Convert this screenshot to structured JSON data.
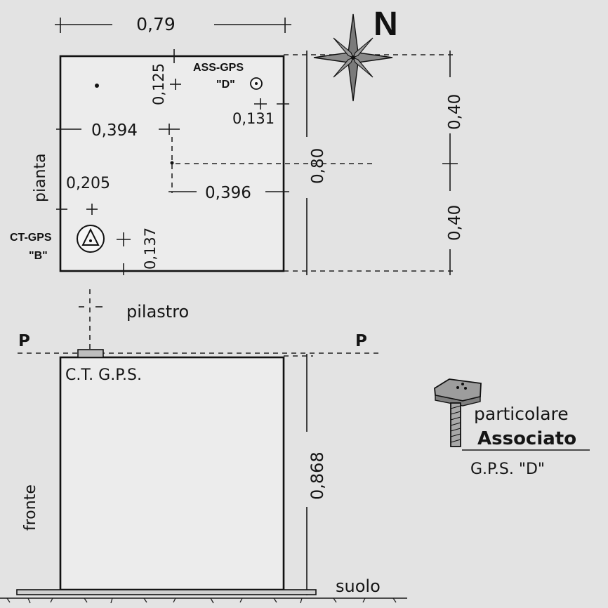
{
  "diagram": {
    "colors": {
      "background": "#e3e3e3",
      "panel": "#ececec",
      "ink": "#111111"
    },
    "plan": {
      "label": "pianta",
      "width_dim": "0,79",
      "height_dim": "0,80",
      "upper_half_dim": "0,40",
      "lower_half_dim": "0,40",
      "offsets": {
        "a": "0,125",
        "b": "0,394",
        "c": "0,131",
        "d": "0,205",
        "e": "0,396",
        "f": "0,137"
      },
      "ass_gps_label": "ASS-GPS",
      "ass_gps_id": "\"D\"",
      "ct_gps_label": "CT-GPS",
      "ct_gps_id": "\"B\""
    },
    "north_label": "N",
    "pillar_label": "pilastro",
    "p_left": "P",
    "p_right": "P",
    "front": {
      "label": "fronte",
      "ct_label": "C.T. G.P.S.",
      "height_dim": "0,868",
      "ground_label": "suolo"
    },
    "detail": {
      "line1": "particolare",
      "line2": "Associato",
      "line3": "G.P.S. \"D\""
    }
  }
}
